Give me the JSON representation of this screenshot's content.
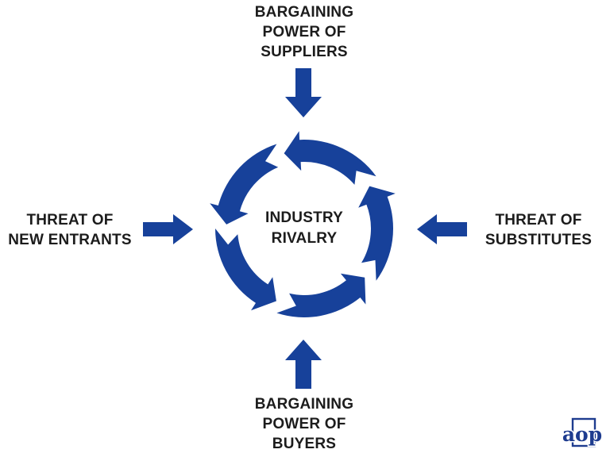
{
  "colors": {
    "accent": "#17419A",
    "logo_blue": "#1E3C8F",
    "text": "#1C1C1C",
    "background": "#FFFFFF"
  },
  "diagram": {
    "center": {
      "lines": [
        "INDUSTRY",
        "RIVALRY"
      ]
    },
    "top": {
      "lines": [
        "BARGAINING",
        "POWER OF",
        "SUPPLIERS"
      ]
    },
    "left": {
      "lines": [
        "THREAT OF",
        "NEW ENTRANTS"
      ]
    },
    "right": {
      "lines": [
        "THREAT OF",
        "SUBSTITUTES"
      ]
    },
    "bottom": {
      "lines": [
        "BARGAINING",
        "POWER OF",
        "BUYERS"
      ]
    },
    "cycle": {
      "segment_count": 5,
      "direction": "counterclockwise"
    }
  },
  "logo": {
    "text": "aop"
  }
}
